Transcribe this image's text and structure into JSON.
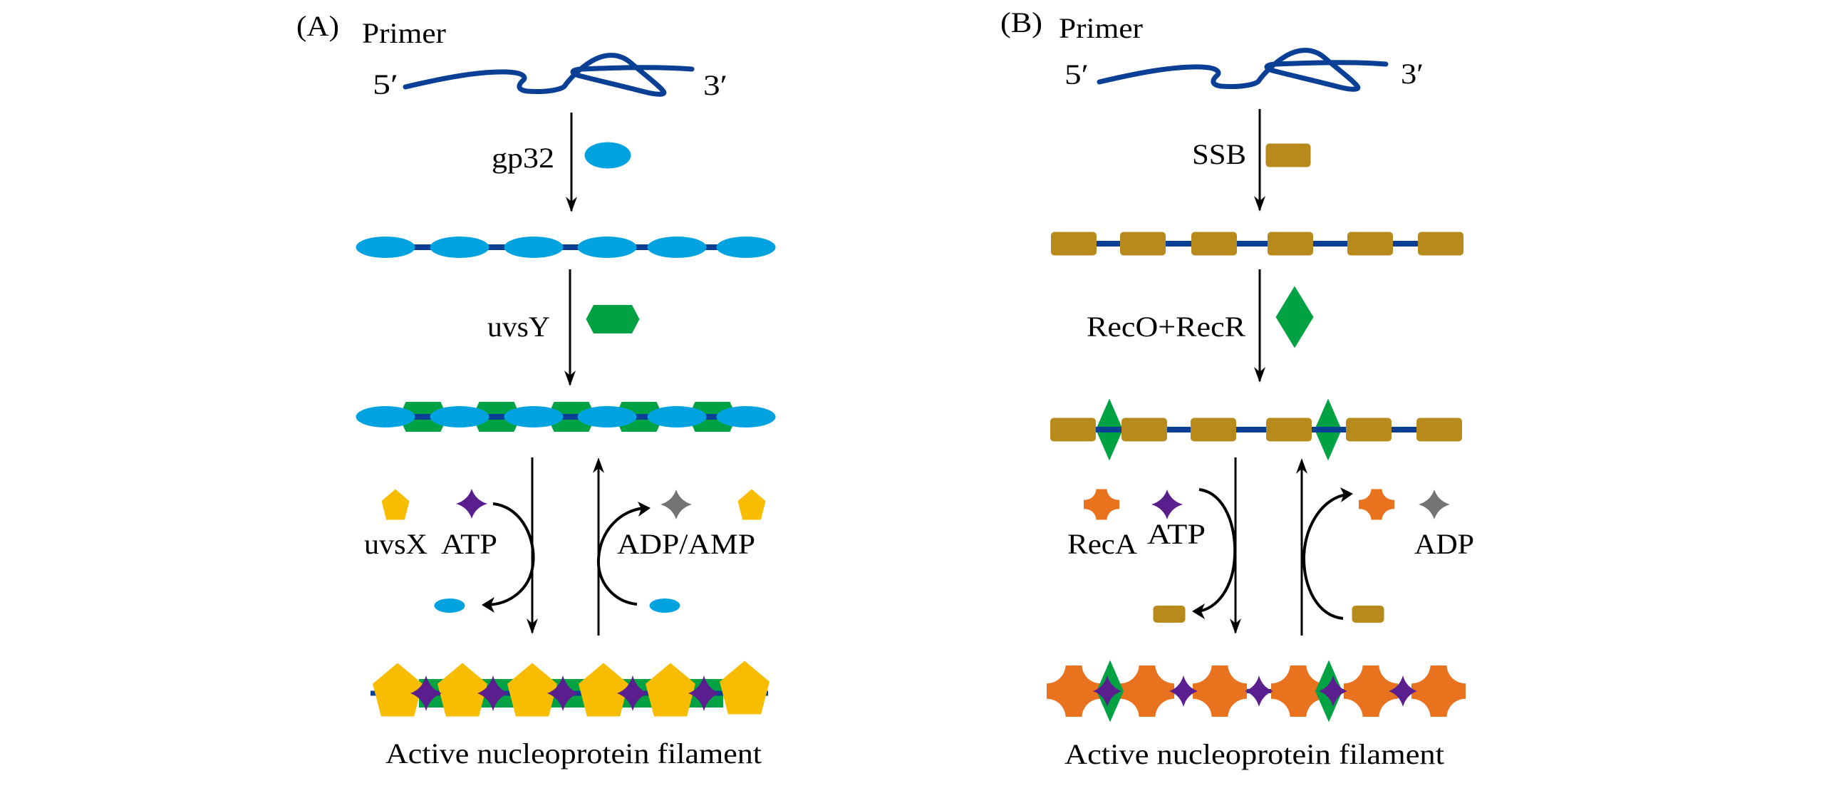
{
  "figure": {
    "panels": [
      {
        "id": "A",
        "panel_label": "(A)",
        "primer_label": "Primer",
        "five_prime": "5′",
        "three_prime": "3′",
        "step1_protein": "gp32",
        "step2_protein": "uvsY",
        "recombinase_label": "uvsX",
        "atp_label": "ATP",
        "release_label": "ADP/AMP",
        "result_label": "Active nucleoprotein filament",
        "filament_subunits": 6
      },
      {
        "id": "B",
        "panel_label": "(B)",
        "primer_label": "Primer",
        "five_prime": "5′",
        "three_prime": "3′",
        "step1_protein": "SSB",
        "step2_protein": "RecO+RecR",
        "recombinase_label": "RecA",
        "atp_label": "ATP",
        "release_label": "ADP",
        "result_label": "Active nucleoprotein filament",
        "filament_subunits": 6
      }
    ],
    "colors": {
      "dna": "#0A3F96",
      "gp32": "#00A3E0",
      "uvsY": "#00A243",
      "uvsX": "#F8BC00",
      "atp": "#5B1E8E",
      "adp": "#747474",
      "ssb": "#B8891B",
      "recOR": "#00A243",
      "recA": "#E8721E",
      "arrow": "#000000"
    },
    "shape_legend": {
      "gp32": "blue-ellipse",
      "uvsY": "green-hexagon",
      "uvsX": "yellow-pentagon",
      "ATP": "purple-four-point-star",
      "ADP": "gray-four-point-star",
      "SSB": "gold-rounded-rectangle",
      "RecO+RecR": "green-diamond",
      "RecA": "orange-concave-square"
    }
  }
}
